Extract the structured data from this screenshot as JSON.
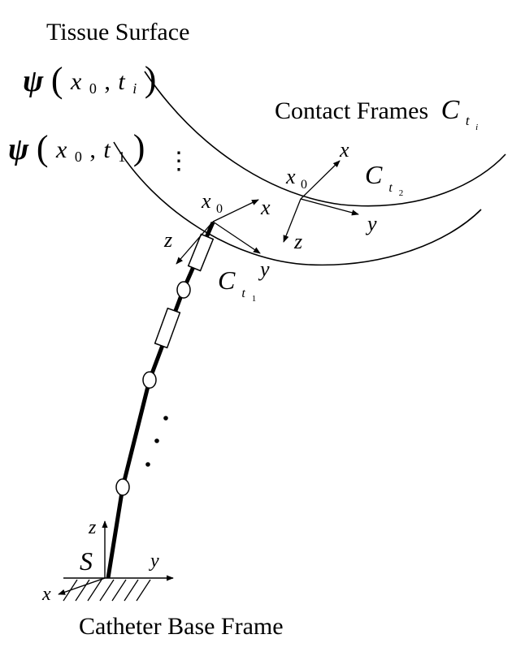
{
  "labels": {
    "tissue_surface": "Tissue Surface",
    "contact_frames": "Contact Frames",
    "catheter_base_frame": "Catheter Base Frame",
    "base_frame_symbol": "S"
  },
  "surface_labels": {
    "psi_ti": {
      "psi": "ψ",
      "x": "x",
      "x_sub": "0",
      "t": "t",
      "t_sub": "i"
    },
    "psi_t1": {
      "psi": "ψ",
      "x": "x",
      "x_sub": "0",
      "t": "t",
      "t_sub": "1"
    }
  },
  "contact_frame_symbol": {
    "C": "C",
    "t": "t",
    "sub": "i"
  },
  "frame_ct2": {
    "C": "C",
    "t": "t",
    "sub": "2",
    "origin": "x",
    "origin_sub": "0",
    "axis_x": "x",
    "axis_y": "y",
    "axis_z": "z"
  },
  "frame_ct1": {
    "C": "C",
    "t": "t",
    "sub": "1",
    "origin": "x",
    "origin_sub": "0",
    "axis_x": "x",
    "axis_y": "y",
    "axis_z": "z"
  },
  "base_axes": {
    "axis_x": "x",
    "axis_y": "y",
    "axis_z": "z"
  },
  "ellipsis": "⋮",
  "colors": {
    "ink": "#000000",
    "background": "#ffffff"
  }
}
